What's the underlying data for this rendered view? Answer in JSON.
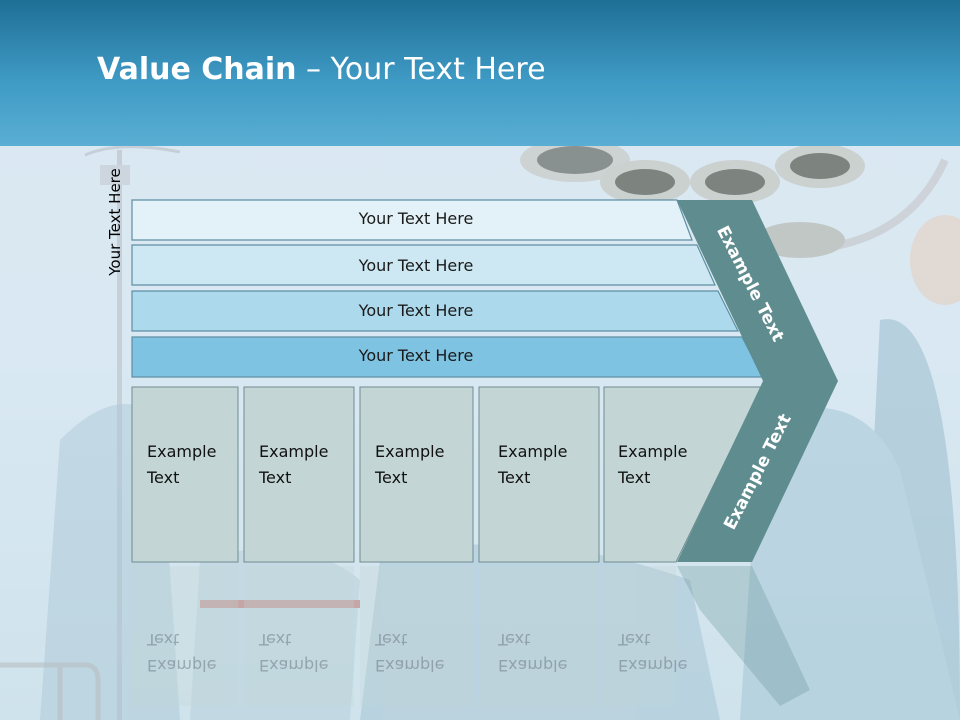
{
  "slide": {
    "title_bold": "Value Chain",
    "title_rest": " – Your Text Here",
    "side_label": "Your Text Here"
  },
  "bars": [
    {
      "label": "Your Text Here",
      "fill": "#e3f2f8"
    },
    {
      "label": "Your Text Here",
      "fill": "#cde8f3"
    },
    {
      "label": "Your Text Here",
      "fill": "#acd9ec"
    },
    {
      "label": "Your Text Here",
      "fill": "#7ec4e2"
    }
  ],
  "boxes": [
    {
      "line1": "Example",
      "line2": "Text"
    },
    {
      "line1": "Example",
      "line2": "Text"
    },
    {
      "line1": "Example",
      "line2": "Text"
    },
    {
      "line1": "Example",
      "line2": "Text"
    },
    {
      "line1": "Example",
      "line2": "Text"
    }
  ],
  "chevron": {
    "upper_label": "Example Text",
    "lower_label": "Example Text",
    "fill": "#5f8d8f"
  },
  "colors": {
    "header": "#2f86b2",
    "box_fill": "#c3d6d5",
    "bar_stroke": "#5e8fa3"
  }
}
